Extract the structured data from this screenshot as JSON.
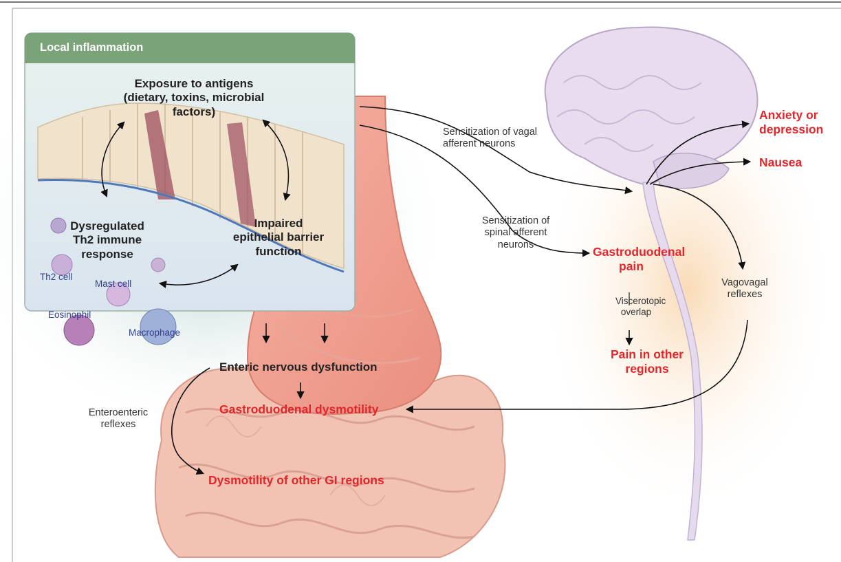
{
  "panel": {
    "header": "Local inflammation"
  },
  "local": {
    "exposure": "Exposure to antigens (dietary, toxins, microbial factors)",
    "dysregulated": "Dysregulated Th2 immune response",
    "impaired": "Impaired epithelial barrier function"
  },
  "cells": {
    "th2": "Th2 cell",
    "mast": "Mast cell",
    "eosinophil": "Eosinophil",
    "macrophage": "Macrophage"
  },
  "gut": {
    "enteric": "Enteric nervous dysfunction",
    "gastro_dysmotility": "Gastroduodenal dysmotility",
    "enteroenteric": "Enteroenteric reflexes",
    "other_gi": "Dysmotility of other GI regions"
  },
  "neural": {
    "vagal": "Sensitization of vagal afferent neurons",
    "spinal": "Sensitization of spinal afferent neurons",
    "gastro_pain": "Gastroduodenal pain",
    "viscerotopic": "Viscerotopic overlap",
    "pain_other": "Pain in other regions",
    "vagovagal": "Vagovagal reflexes"
  },
  "brain": {
    "anxiety": "Anxiety or depression",
    "nausea": "Nausea"
  },
  "colors": {
    "accent_red": "#e3262b",
    "header_green": "#7aa37a",
    "cell_label_blue": "#2f3f8f"
  }
}
